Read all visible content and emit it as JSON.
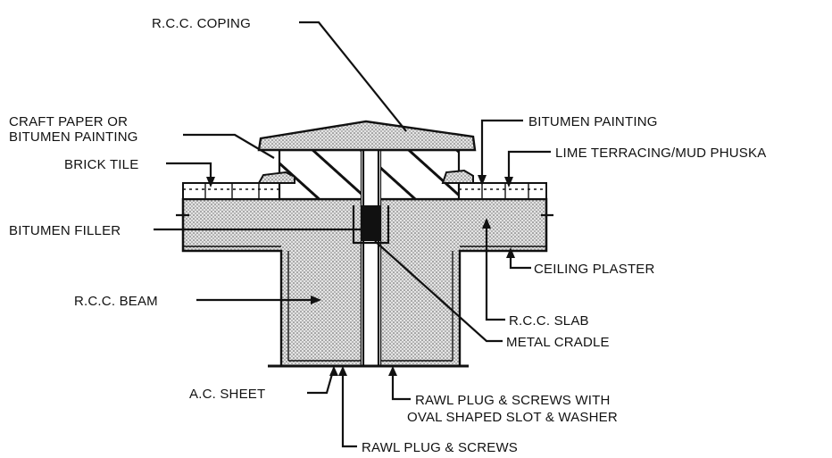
{
  "colors": {
    "ink": "#111111",
    "concrete": "#d7d7d7",
    "filler": "#111111",
    "background": "#ffffff"
  },
  "labels": {
    "rcc_coping": "R.C.C. COPING",
    "craft_paper_line1": "CRAFT PAPER OR",
    "craft_paper_line2": "BITUMEN PAINTING",
    "brick_tile": "BRICK TILE",
    "bitumen_filler": "BITUMEN FILLER",
    "rcc_beam": "R.C.C. BEAM",
    "ac_sheet": "A.C. SHEET",
    "bitumen_painting": "BITUMEN PAINTING",
    "lime_terracing": "LIME TERRACING/MUD PHUSKA",
    "ceiling_plaster": "CEILING PLASTER",
    "rcc_slab": "R.C.C. SLAB",
    "metal_cradle": "METAL CRADLE",
    "rawl_plug_washer_line1": "RAWL PLUG & SCREWS WITH",
    "rawl_plug_washer_line2": "OVAL SHAPED SLOT & WASHER",
    "rawl_plug_screws": "RAWL PLUG & SCREWS"
  }
}
